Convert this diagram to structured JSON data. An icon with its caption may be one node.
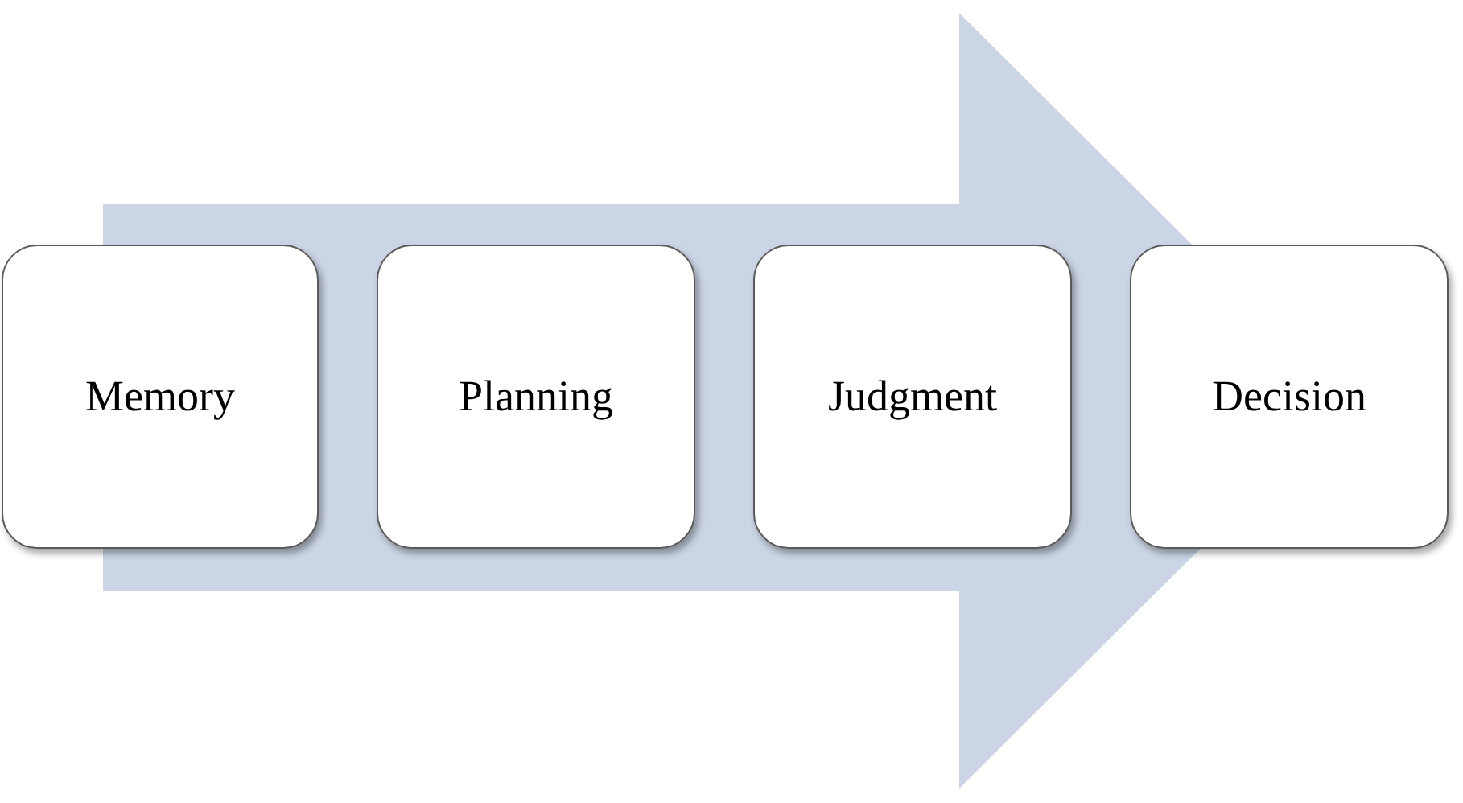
{
  "diagram": {
    "nodes": [
      {
        "text": [],
        "shape": "arrow"
      },
      {
        "text": [
          "Memory"
        ]
      },
      {
        "text": [
          "Planning"
        ],
        "in": 0
      },
      {
        "text": [
          "Judgment"
        ],
        "in": 0
      },
      {
        "text": [
          "Decision"
        ]
      }
    ]
  }
}
